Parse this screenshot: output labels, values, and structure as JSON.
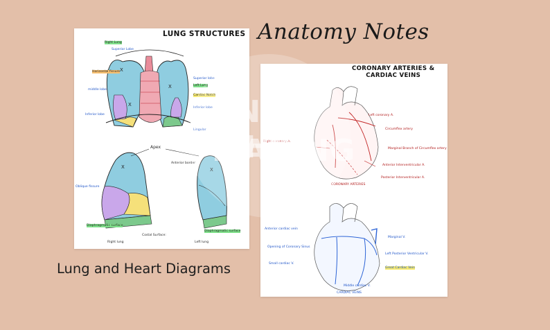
{
  "notes_title": "Anatomy Notes",
  "caption": "Lung and Heart Diagrams",
  "lung_page": {
    "title": "LUNG STRUCTURES",
    "labels": {
      "right_lung": "Right Lung",
      "superior_lobe_r": "Superior Lobe",
      "horizontal_fissure": "Horizontal fissure",
      "middle_lobe": "middle lobe",
      "inferior_lobe_r": "Inferior lobe",
      "superior_lobe_l": "Superior lobe",
      "left_lung": "Left Lung",
      "cardiac_notch": "Cardiac Notch",
      "inferior_lobe_l": "Inferior lobe",
      "lingular": "Lingular",
      "apex": "Apex",
      "anterior_border": "Anterior border",
      "diaphragmatic_surface_r": "Diaphragmatic surface",
      "diaphragmatic_surface_l": "Diaphragmatic surface",
      "oblique_fissure": "Oblique fissure",
      "costal_surface": "Costal Surface:",
      "right_lung_bottom": "Right lung",
      "left_lung_bottom": "Left lung"
    }
  },
  "heart_page": {
    "title_line1": "CORONARY ARTERIES &",
    "title_line2": "CARDIAC VEINS",
    "labels": {
      "left_coronary_a": "Left coronary A.",
      "circumflex_artery": "Circumflex artery",
      "right_coronary_a": "Right coronary A.",
      "marginal_a": "Marginal Branch of Circumflex artery",
      "anterior_interventricular_a": "Anterior Interventricular A.",
      "posterior_interventricular_a": "Posterior Interventricular A.",
      "coronary_arteries": "CORONARY ARTERIES",
      "anterior_cardiac_vein": "Anterior cardiac vein",
      "opening_coronary_sinus": "Opening of Coronary Sinus",
      "small_cardiac_v": "Small cardiac V.",
      "marginal_v": "Marginal V.",
      "left_posterior_ventricular_v": "Left Posterior Ventricular V.",
      "great_cardiac_vein": "Great Cardiac Vein",
      "middle_cardiac_v": "Middle cardiac V.",
      "cardiac_veins": "CARDIAC VEINS"
    }
  },
  "watermark": {
    "line1": "IN THE",
    "line2": "MAKING"
  },
  "colors": {
    "background": "#e3bfa9",
    "lung_blue": "#8fcde0",
    "lung_purple": "#c9a7ea",
    "lung_yellow": "#f5e07a",
    "lung_green": "#7cc98c",
    "trachea_pink": "#e98c9a",
    "artery_red": "#c02020",
    "vein_blue": "#2b63d6"
  }
}
